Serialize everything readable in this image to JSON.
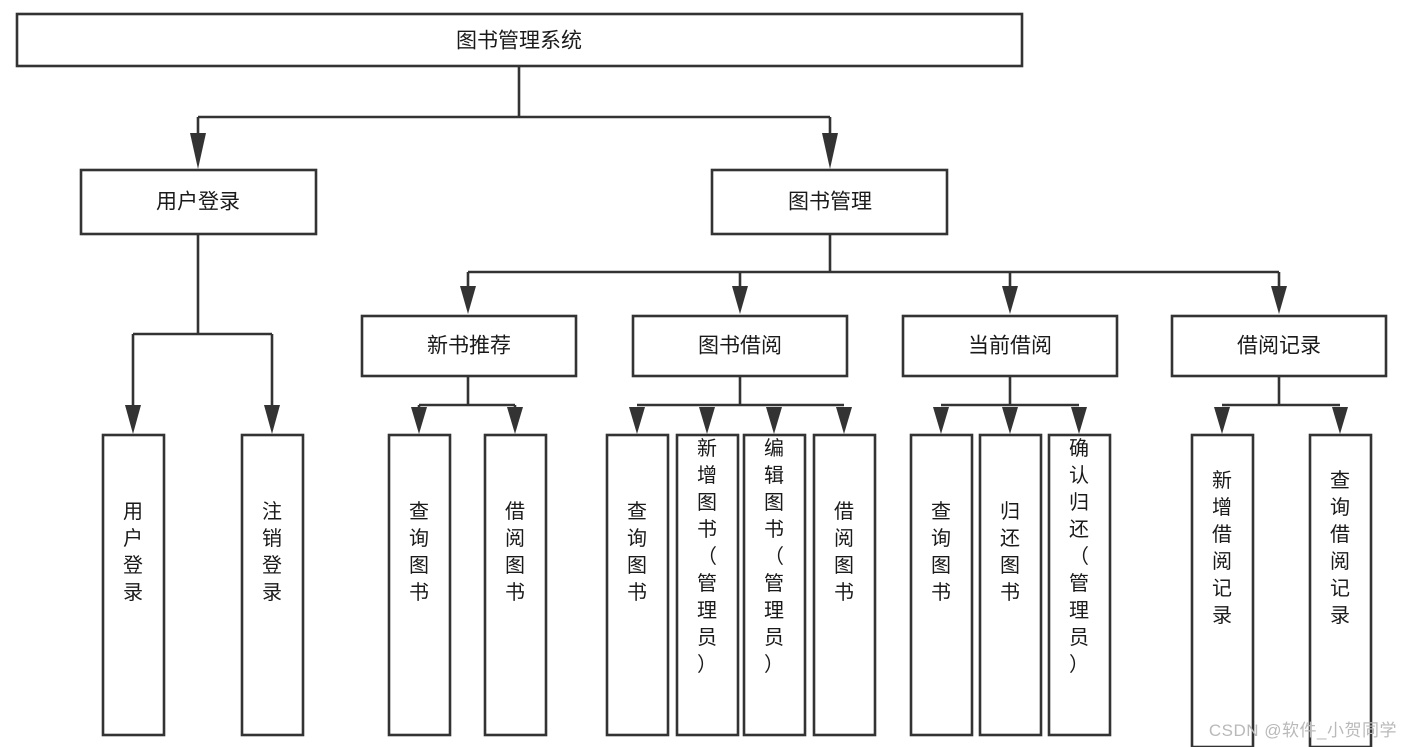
{
  "diagram": {
    "type": "tree-hierarchy",
    "title": "图书管理系统",
    "root": {
      "id": "root",
      "label": "图书管理系统"
    },
    "level2": [
      {
        "id": "user-login",
        "label": "用户登录"
      },
      {
        "id": "book-manage",
        "label": "图书管理"
      }
    ],
    "level3": [
      {
        "id": "new-book-rec",
        "label": "新书推荐",
        "parent": "book-manage"
      },
      {
        "id": "book-borrow",
        "label": "图书借阅",
        "parent": "book-manage"
      },
      {
        "id": "current-borrow",
        "label": "当前借阅",
        "parent": "book-manage"
      },
      {
        "id": "borrow-record",
        "label": "借阅记录",
        "parent": "book-manage"
      }
    ],
    "leaves": [
      {
        "id": "leaf-user-login",
        "label": "用户登录",
        "parent": "user-login"
      },
      {
        "id": "leaf-user-logout",
        "label": "注销登录",
        "parent": "user-login"
      },
      {
        "id": "leaf-query-book-1",
        "label": "查询图书",
        "parent": "new-book-rec"
      },
      {
        "id": "leaf-borrow-book-1",
        "label": "借阅图书",
        "parent": "new-book-rec"
      },
      {
        "id": "leaf-query-book-2",
        "label": "查询图书",
        "parent": "book-borrow"
      },
      {
        "id": "leaf-add-book",
        "label": "新增图书（管理员）",
        "parent": "book-borrow"
      },
      {
        "id": "leaf-edit-book",
        "label": "编辑图书（管理员）",
        "parent": "book-borrow"
      },
      {
        "id": "leaf-borrow-book-2",
        "label": "借阅图书",
        "parent": "book-borrow"
      },
      {
        "id": "leaf-query-book-3",
        "label": "查询图书",
        "parent": "current-borrow"
      },
      {
        "id": "leaf-return-book",
        "label": "归还图书",
        "parent": "current-borrow"
      },
      {
        "id": "leaf-confirm-return",
        "label": "确认归还（管理员）",
        "parent": "current-borrow"
      },
      {
        "id": "leaf-add-record",
        "label": "新增借阅记录",
        "parent": "borrow-record"
      },
      {
        "id": "leaf-query-record",
        "label": "查询借阅记录",
        "parent": "borrow-record"
      }
    ],
    "colors": {
      "background": "#ffffff",
      "box_fill": "#ffffff",
      "box_stroke": "#333333",
      "connector": "#333333",
      "text": "#1a1a1a",
      "watermark": "#b9b9b9"
    }
  },
  "watermark": {
    "text": "CSDN @软件_小贺同学"
  }
}
